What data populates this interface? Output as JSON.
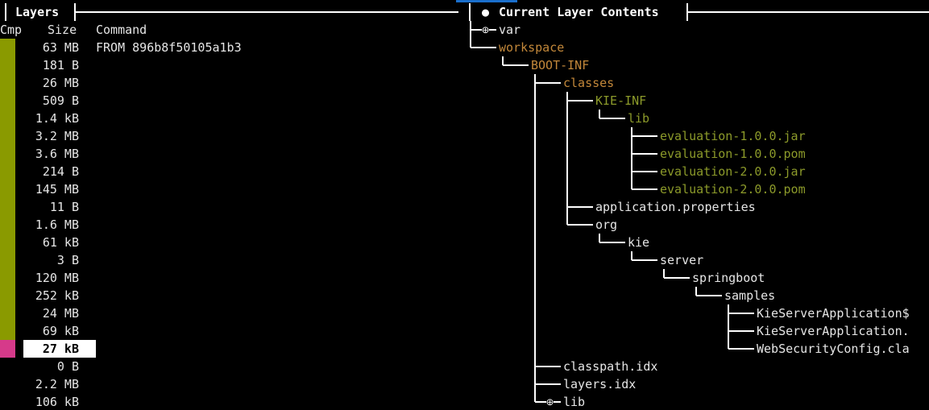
{
  "layers_panel": {
    "title": "Layers",
    "columns": {
      "cmp": "Cmp",
      "size": "Size",
      "command": "Command"
    },
    "rows": [
      {
        "size": "63 MB",
        "command": "FROM 896b8f50105a1b3",
        "cmp_color": "#8a9a00"
      },
      {
        "size": "181 B",
        "command": "",
        "cmp_color": "#8a9a00"
      },
      {
        "size": "26 MB",
        "command": "",
        "cmp_color": "#8a9a00"
      },
      {
        "size": "509 B",
        "command": "",
        "cmp_color": "#8a9a00"
      },
      {
        "size": "1.4 kB",
        "command": "",
        "cmp_color": "#8a9a00"
      },
      {
        "size": "3.2 MB",
        "command": "",
        "cmp_color": "#8a9a00"
      },
      {
        "size": "3.6 MB",
        "command": "",
        "cmp_color": "#8a9a00"
      },
      {
        "size": "214 B",
        "command": "",
        "cmp_color": "#8a9a00"
      },
      {
        "size": "145 MB",
        "command": "",
        "cmp_color": "#8a9a00"
      },
      {
        "size": "11 B",
        "command": "",
        "cmp_color": "#8a9a00"
      },
      {
        "size": "1.6 MB",
        "command": "",
        "cmp_color": "#8a9a00"
      },
      {
        "size": "61 kB",
        "command": "",
        "cmp_color": "#8a9a00"
      },
      {
        "size": "3 B",
        "command": "",
        "cmp_color": "#8a9a00"
      },
      {
        "size": "120 MB",
        "command": "",
        "cmp_color": "#8a9a00"
      },
      {
        "size": "252 kB",
        "command": "",
        "cmp_color": "#8a9a00"
      },
      {
        "size": "24 MB",
        "command": "",
        "cmp_color": "#8a9a00"
      },
      {
        "size": "69 kB",
        "command": "",
        "cmp_color": "#8a9a00"
      },
      {
        "size": "27 kB",
        "command": "",
        "cmp_color": "#d63a8a",
        "selected": true
      },
      {
        "size": "0 B",
        "command": "",
        "cmp_color": ""
      },
      {
        "size": "2.2 MB",
        "command": "",
        "cmp_color": ""
      },
      {
        "size": "106 kB",
        "command": "",
        "cmp_color": ""
      }
    ]
  },
  "contents_panel": {
    "title_bullet": "●",
    "title": "Current Layer Contents",
    "collapsed_marker": "⊕",
    "tree": [
      {
        "name": "var",
        "type": "collapsed"
      },
      {
        "name": "workspace",
        "type": "dir"
      },
      {
        "name": "BOOT-INF",
        "type": "dir"
      },
      {
        "name": "classes",
        "type": "dir"
      },
      {
        "name": "KIE-INF",
        "type": "added"
      },
      {
        "name": "lib",
        "type": "added"
      },
      {
        "name": "evaluation-1.0.0.jar",
        "type": "added"
      },
      {
        "name": "evaluation-1.0.0.pom",
        "type": "added"
      },
      {
        "name": "evaluation-2.0.0.jar",
        "type": "added"
      },
      {
        "name": "evaluation-2.0.0.pom",
        "type": "added"
      },
      {
        "name": "application.properties",
        "type": "file"
      },
      {
        "name": "org",
        "type": "file"
      },
      {
        "name": "kie",
        "type": "file"
      },
      {
        "name": "server",
        "type": "file"
      },
      {
        "name": "springboot",
        "type": "file"
      },
      {
        "name": "samples",
        "type": "file"
      },
      {
        "name": "KieServerApplication$",
        "type": "file"
      },
      {
        "name": "KieServerApplication.",
        "type": "file"
      },
      {
        "name": "WebSecurityConfig.cla",
        "type": "file"
      },
      {
        "name": "classpath.idx",
        "type": "file"
      },
      {
        "name": "layers.idx",
        "type": "file"
      },
      {
        "name": "lib",
        "type": "collapsed"
      }
    ]
  },
  "colors": {
    "background": "#000000",
    "dir": "#c3883a",
    "added": "#8c9a2a",
    "modified_bar": "#d63a8a",
    "unchanged_bar": "#8a9a00"
  }
}
